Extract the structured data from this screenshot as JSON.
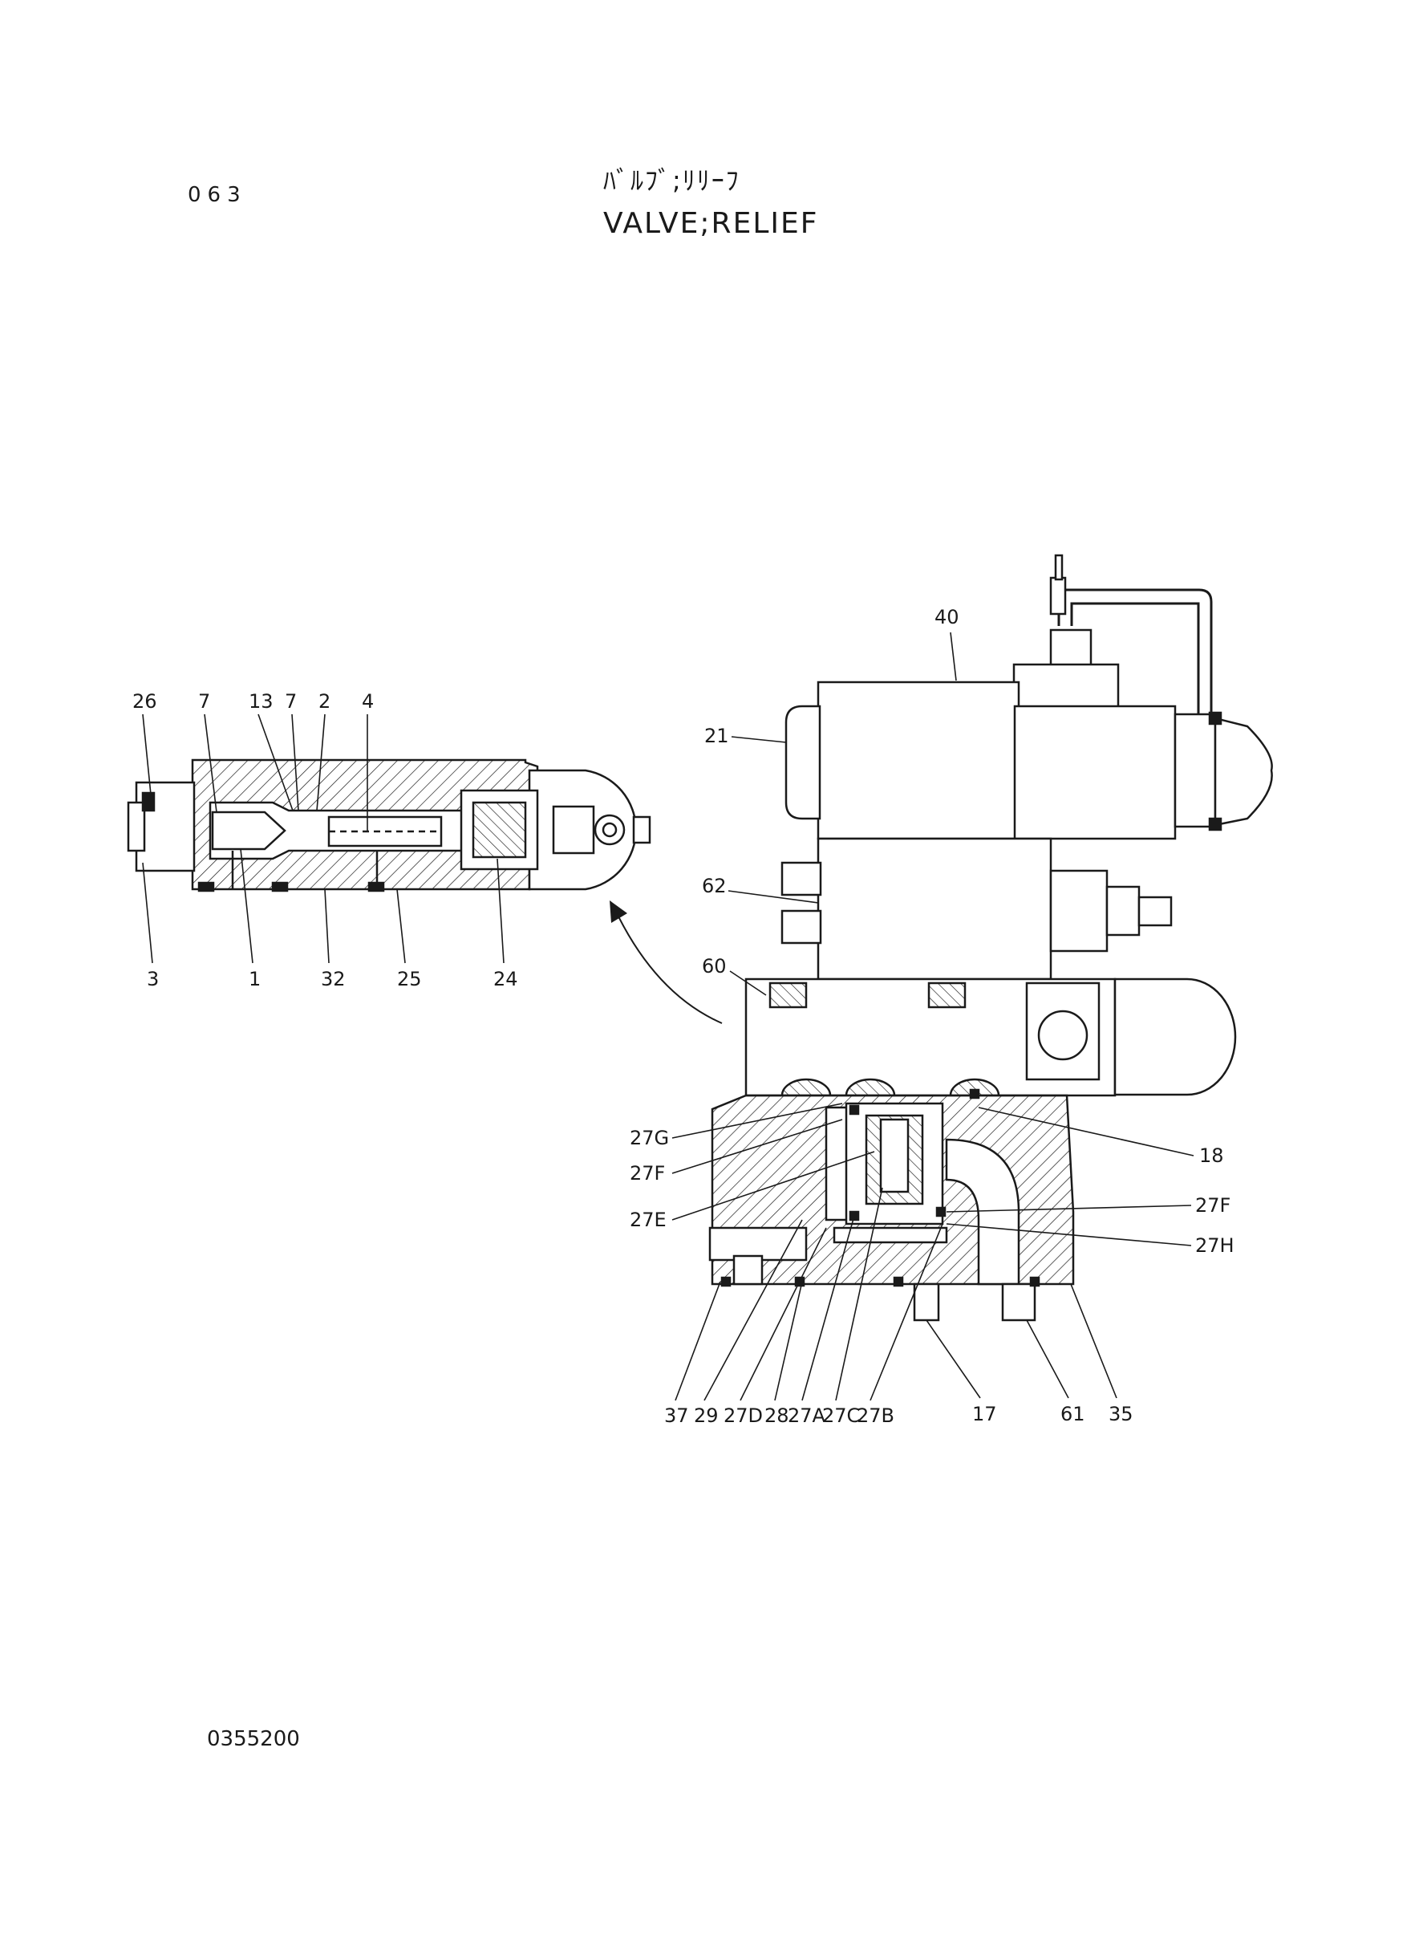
{
  "header": {
    "page_number": "063",
    "title_jp": "ﾊﾞﾙﾌﾞ;ﾘﾘｰﾌ",
    "title_en": "VALVE;RELIEF"
  },
  "footer": {
    "drawing_number": "0355200"
  },
  "callouts": {
    "left_top": [
      "26",
      "7",
      "13",
      "7",
      "2",
      "4"
    ],
    "left_bottom": [
      "3",
      "1",
      "32",
      "25",
      "24"
    ],
    "right_left": [
      "40",
      "21",
      "62",
      "60",
      "27G",
      "27F",
      "27E"
    ],
    "right_side": [
      "18",
      "27F",
      "27H"
    ],
    "right_bottom": [
      "37",
      "29",
      "27D",
      "28",
      "27A",
      "27C",
      "27B",
      "17",
      "61",
      "35"
    ]
  }
}
